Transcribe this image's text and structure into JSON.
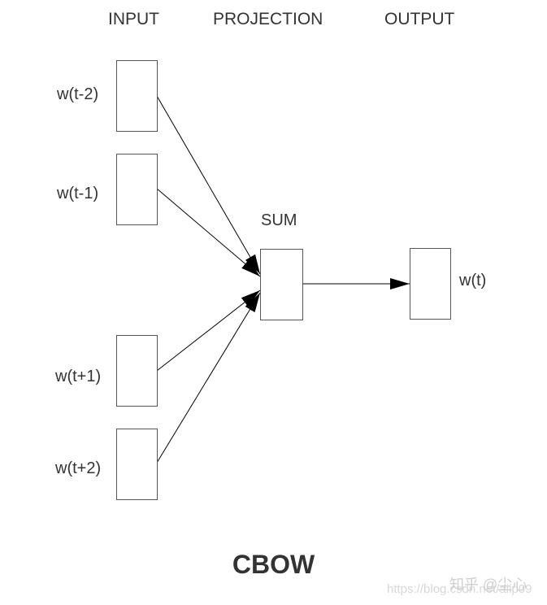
{
  "headers": {
    "input": "INPUT",
    "projection": "PROJECTION",
    "output": "OUTPUT"
  },
  "inputs": [
    "w(t-2)",
    "w(t-1)",
    "w(t+1)",
    "w(t+2)"
  ],
  "projection": {
    "label": "SUM"
  },
  "output": {
    "label": "w(t)"
  },
  "title": "CBOW",
  "watermark": {
    "zhihu": "知乎 @尘心",
    "url": "https://blog.csdn.net/aiip09"
  },
  "colors": {
    "text": "#333333",
    "box_border": "#555555",
    "arrow": "#000000",
    "watermark": "#d8d8d8"
  }
}
